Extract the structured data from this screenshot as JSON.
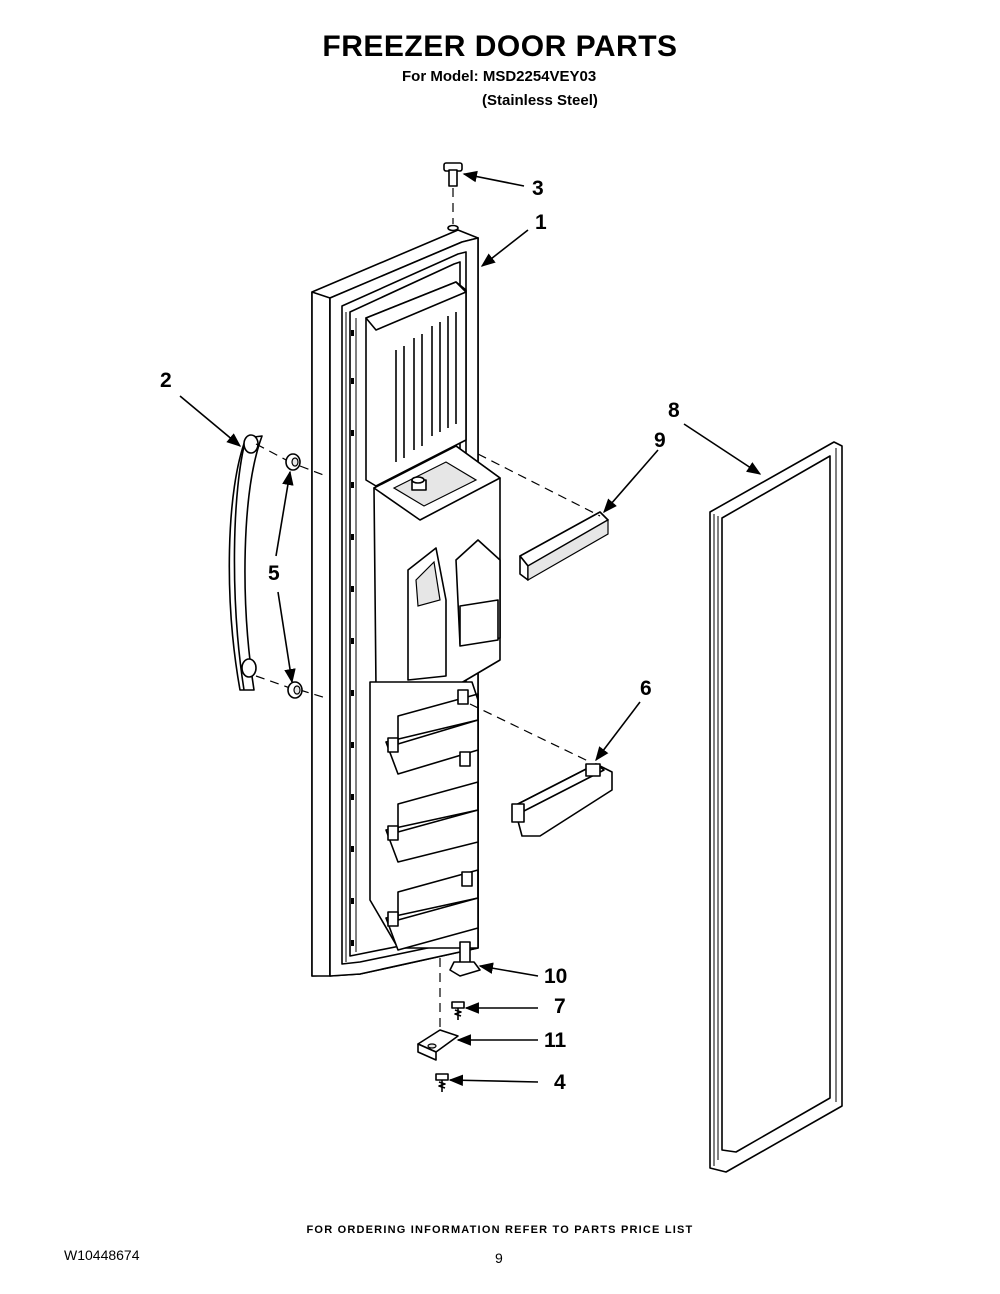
{
  "header": {
    "title": "FREEZER DOOR PARTS",
    "model_line": "For Model: MSD2254VEY03",
    "variant_line": "(Stainless Steel)"
  },
  "callouts": [
    {
      "id": "3",
      "label": "3"
    },
    {
      "id": "1",
      "label": "1"
    },
    {
      "id": "2",
      "label": "2"
    },
    {
      "id": "5",
      "label": "5"
    },
    {
      "id": "8",
      "label": "8"
    },
    {
      "id": "9",
      "label": "9"
    },
    {
      "id": "6",
      "label": "6"
    },
    {
      "id": "10",
      "label": "10"
    },
    {
      "id": "7",
      "label": "7"
    },
    {
      "id": "11",
      "label": "11"
    },
    {
      "id": "4",
      "label": "4"
    }
  ],
  "footer": {
    "ordering_note": "FOR ORDERING INFORMATION REFER TO PARTS PRICE LIST",
    "doc_number": "W10448674",
    "page_number": "9"
  }
}
